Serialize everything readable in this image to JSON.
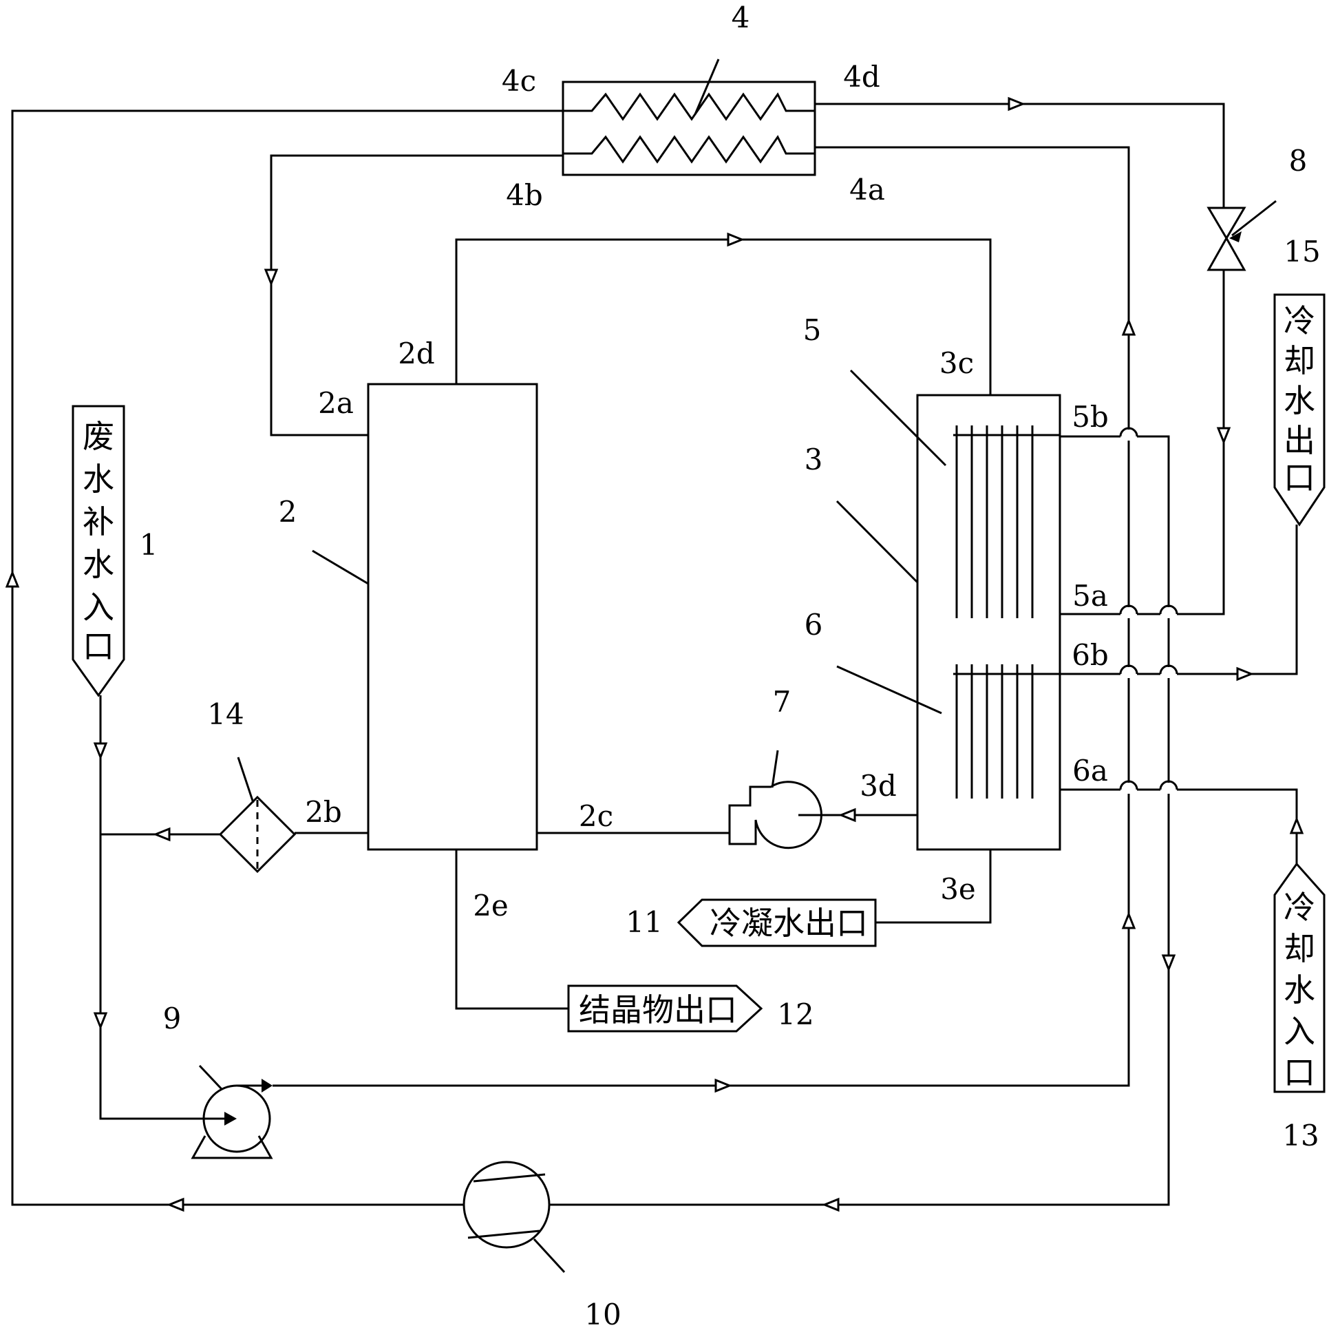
{
  "labels": {
    "n1": "1",
    "n2": "2",
    "n3": "3",
    "n4": "4",
    "n5": "5",
    "n6": "6",
    "n7": "7",
    "n8": "8",
    "n9": "9",
    "n10": "10",
    "n11": "11",
    "n12": "12",
    "n13": "13",
    "n14": "14",
    "n15": "15",
    "p2a": "2a",
    "p2b": "2b",
    "p2c": "2c",
    "p2d": "2d",
    "p2e": "2e",
    "p3c": "3c",
    "p3d": "3d",
    "p3e": "3e",
    "p4a": "4a",
    "p4b": "4b",
    "p4c": "4c",
    "p4d": "4d",
    "p5a": "5a",
    "p5b": "5b",
    "p6a": "6a",
    "p6b": "6b"
  },
  "boxes": {
    "wastewater_inlet": [
      "废",
      "水",
      "补",
      "水",
      "入",
      "口"
    ],
    "cooling_water_outlet": [
      "冷",
      "却",
      "水",
      "出",
      "口"
    ],
    "cooling_water_inlet": [
      "冷",
      "却",
      "水",
      "入",
      "口"
    ],
    "condensate_outlet": "冷凝水出口",
    "crystal_outlet": "结晶物出口"
  }
}
